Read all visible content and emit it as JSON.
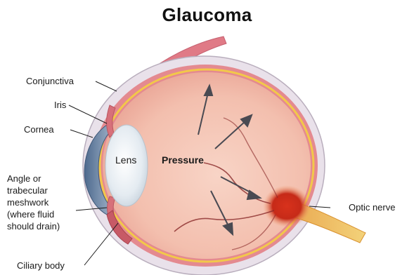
{
  "title": "Glaucoma",
  "labels": {
    "conjunctiva": "Conjunctiva",
    "iris": "Iris",
    "cornea": "Cornea",
    "angle": "Angle or\ntrabecular\nmeshwork\n(where fluid\nshould drain)",
    "ciliary_body": "Ciliary body",
    "lens": "Lens",
    "pressure": "Pressure",
    "optic_nerve": "Optic nerve"
  },
  "colors": {
    "sclera": "#e9e1ea",
    "choroid": "#e48a90",
    "retina_line": "#f2c84a",
    "vitreous": "#f6c8b8",
    "lens": "#e7edf2",
    "cornea": "#6f88a8",
    "optic_disc": "#c62a18",
    "vessel": "#8a2a2a"
  }
}
